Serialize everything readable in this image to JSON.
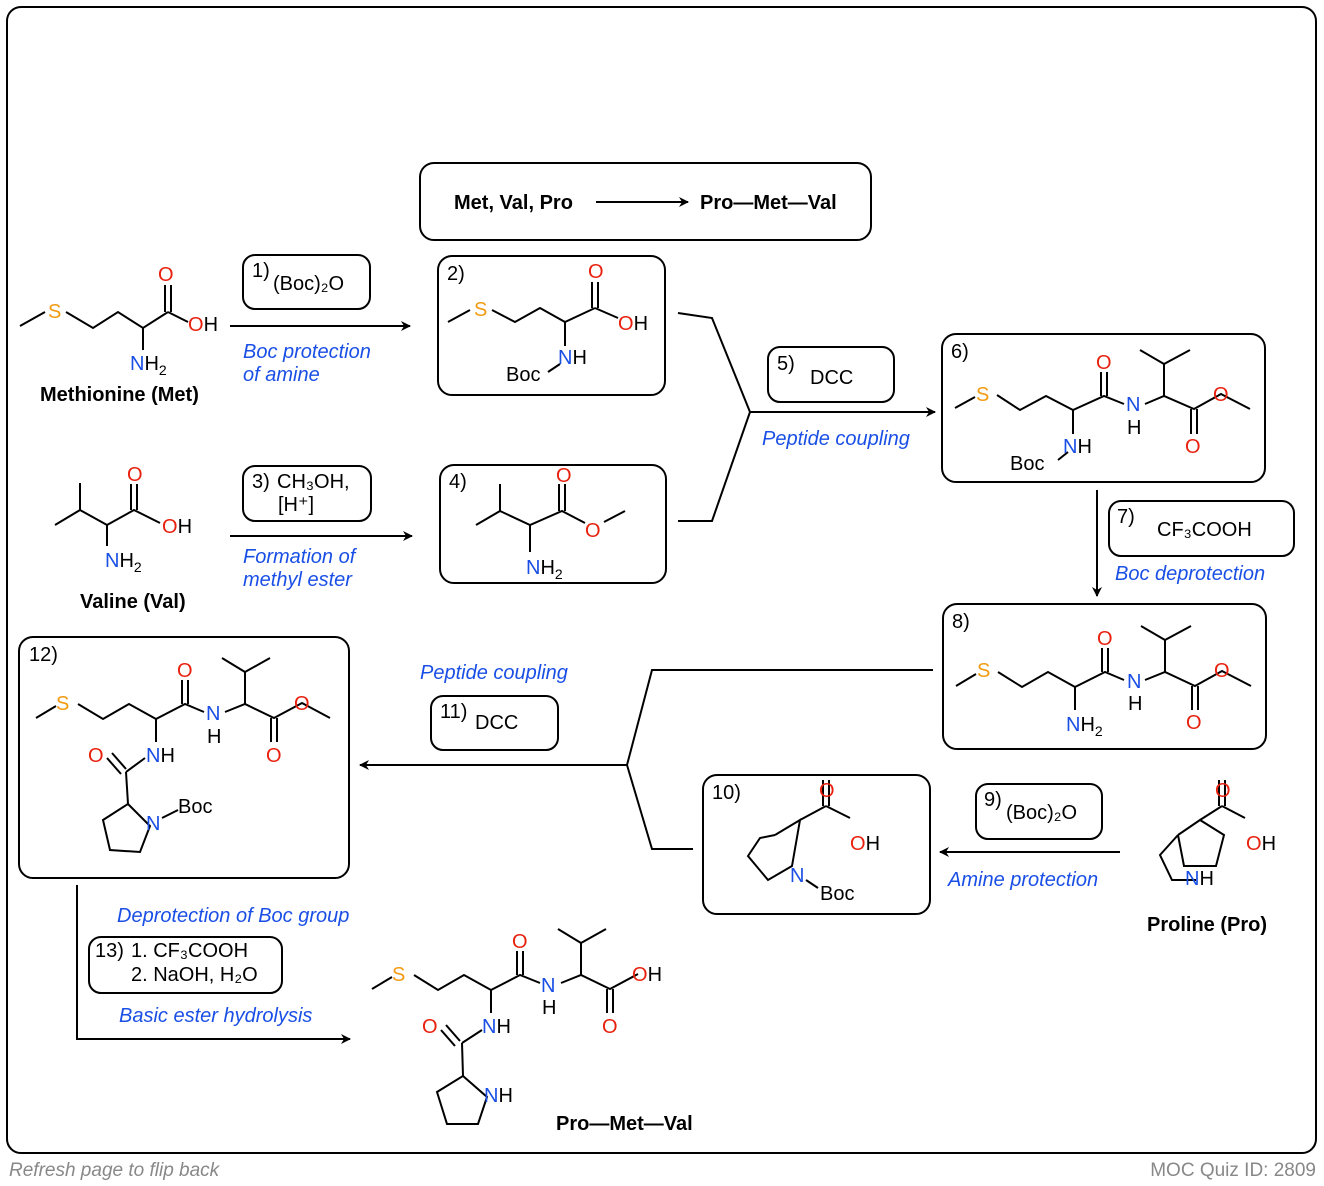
{
  "colors": {
    "blue": "#1a4fe6",
    "red": "#e8210f",
    "orange": "#f29b12",
    "green": "#3cb371",
    "gray": "#999999"
  },
  "summary": {
    "left": "Met, Val, Pro",
    "right": "Pro—Met—Val"
  },
  "labels": {
    "met": "Methionine (Met)",
    "val": "Valine (Val)",
    "pro": "Proline (Pro)",
    "product": "Pro—Met—Val"
  },
  "steps": {
    "s1": "1)",
    "s1_reagent": "(Boc)₂O",
    "s1_desc1": "Boc protection",
    "s1_desc2": "of amine",
    "s2": "2)",
    "s3": "3)",
    "s3_r1": "CH₃OH,",
    "s3_r2": "[H⁺]",
    "s3_desc1": "Formation of",
    "s3_desc2": "methyl ester",
    "s4": "4)",
    "s5": "5)",
    "s5_reagent": "DCC",
    "s5_desc": "Peptide coupling",
    "s6": "6)",
    "s7": "7)",
    "s7_reagent": "CF₃COOH",
    "s7_desc": "Boc deprotection",
    "s8": "8)",
    "s9": "9)",
    "s9_reagent": "(Boc)₂O",
    "s9_desc": "Amine protection",
    "s10": "10)",
    "s11": "11)",
    "s11_reagent": "DCC",
    "s11_desc": "Peptide coupling",
    "s12": "12)",
    "s13": "13)",
    "s13_r1": "1. CF₃COOH",
    "s13_r2": "2. NaOH, H₂O",
    "s13_desc1": "Deprotection of Boc group",
    "s13_desc2": "Basic ester hydrolysis"
  },
  "footer": {
    "left": "Refresh page to flip back",
    "right": "MOC Quiz ID: 2809"
  }
}
